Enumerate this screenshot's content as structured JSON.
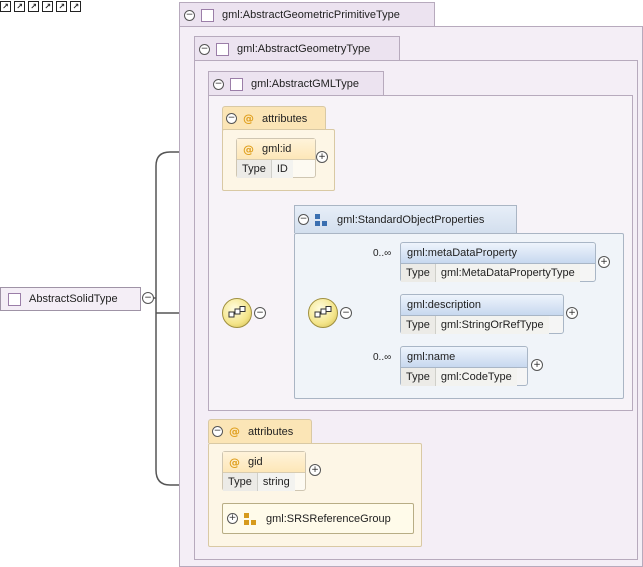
{
  "root": {
    "name": "AbstractSolidType"
  },
  "types": {
    "primitive": "gml:AbstractGeometricPrimitiveType",
    "geometry": "gml:AbstractGeometryType",
    "gml": "gml:AbstractGMLType"
  },
  "attributes_upper": {
    "label": "attributes",
    "id": {
      "name": "gml:id",
      "type_label": "Type",
      "type_value": "ID"
    }
  },
  "standard_group": {
    "name": "gml:StandardObjectProperties",
    "elements": [
      {
        "name": "gml:metaDataProperty",
        "type_label": "Type",
        "type_value": "gml:MetaDataPropertyType",
        "cardinality": "0..∞"
      },
      {
        "name": "gml:description",
        "type_label": "Type",
        "type_value": "gml:StringOrRefType",
        "cardinality": ""
      },
      {
        "name": "gml:name",
        "type_label": "Type",
        "type_value": "gml:CodeType",
        "cardinality": "0..∞"
      }
    ]
  },
  "attributes_lower": {
    "label": "attributes",
    "gid": {
      "name": "gid",
      "type_label": "Type",
      "type_value": "string"
    },
    "srs_group": "gml:SRSReferenceGroup"
  },
  "colors": {
    "type_fill": "#f4eef6",
    "attr_fill": "#fdf6e6",
    "element_header": "#c7d8ef"
  }
}
